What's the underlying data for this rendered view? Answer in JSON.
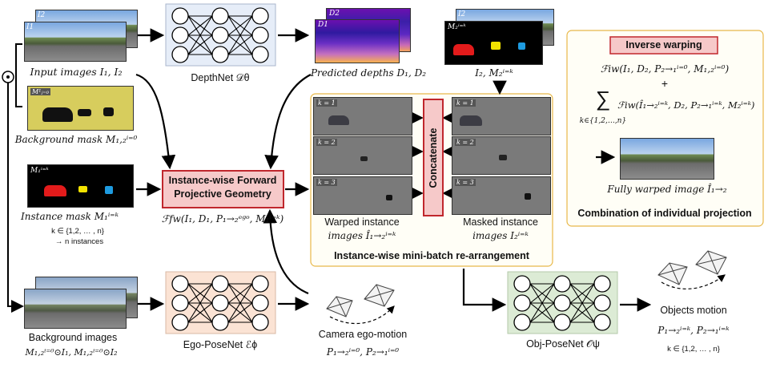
{
  "input_images": {
    "tag_i1": "I1",
    "tag_i2": "I2",
    "label": "Input images I₁, I₂"
  },
  "background_mask": {
    "tag": "M¹ⱼ₌₀",
    "label": "Background mask M₁,₂ⁱ⁼⁰"
  },
  "instance_mask": {
    "tag": "M₁ⁱ⁼ᵏ",
    "label": "Instance mask M₁ⁱ⁼ᵏ",
    "k_range": "k ∈ {1,2, … , n}",
    "n_instances": "→ n instances"
  },
  "background_images": {
    "label": "Background images",
    "formula": "M₁,₂ⁱ⁼⁰⊙I₁, M₁,₂ⁱ⁼⁰⊙I₂"
  },
  "depthnet": {
    "label": "DepthNet 𝒟θ"
  },
  "egoposenet": {
    "label": "Ego-PoseNet ℰϕ"
  },
  "objposenet": {
    "label": "Obj-PoseNet 𝒪ψ"
  },
  "predicted_depths": {
    "tag_d1": "D1",
    "tag_d2": "D2",
    "label": "Predicted depths D₁, D₂"
  },
  "i2_mask": {
    "tag_i2": "I2",
    "tag_m": "M₂ⁱ⁼ᵏ",
    "label": "I₂, M₂ⁱ⁼ᵏ"
  },
  "forward_geometry": {
    "line1": "Instance-wise Forward",
    "line2": "Projective Geometry",
    "formula": "ℱfw(I₁, D₁, P₁→₂ᵉᵍᵒ, M₁ⁱ⁼ᵏ)"
  },
  "minibatch": {
    "k_tags": [
      "k = 1",
      "k = 2",
      "k = 3"
    ],
    "concat_label": "Concatenate",
    "warped_label_1": "Warped instance",
    "warped_label_2": "images Î₁→₂ⁱ⁼ᵏ",
    "masked_label_1": "Masked instance",
    "masked_label_2": "images I₂ⁱ⁼ᵏ",
    "title": "Instance-wise mini-batch re-arrangement"
  },
  "camera_motion": {
    "label": "Camera ego-motion",
    "formula": "P₁→₂ⁱ⁼⁰, P₂→₁ⁱ⁼⁰"
  },
  "objects_motion": {
    "label": "Objects motion",
    "formula": "P₁→₂ⁱ⁼ᵏ, P₂→₁ⁱ⁼ᵏ",
    "k_range": "k ∈ {1,2, … , n}"
  },
  "combination": {
    "inverse_warping": "Inverse warping",
    "formula1": "ℱiw(I₁, D₂, P₂→₁ⁱ⁼⁰, M₁,₂ⁱ⁼⁰)",
    "plus": "+",
    "sum_symbol": "∑",
    "sum_index": "k∈{1,2,…,n}",
    "formula2": "ℱiw(Î₁→₂ⁱ⁼ᵏ, D₂, P₂→₁ⁱ⁼ᵏ, M₂ⁱ⁼ᵏ)",
    "fully_warped": "Fully warped image Î₁→₂",
    "title": "Combination of individual projection"
  },
  "colors": {
    "depthnet_fill": "#e6edf8",
    "egopose_fill": "#fbe3d4",
    "objpose_fill": "#dcebd5",
    "highlight_border": "#c0272d",
    "highlight_fill": "#f6c9c9",
    "yellow_panel": "#e8b84a",
    "mask_yellow_bg": "#d7cd5d"
  }
}
